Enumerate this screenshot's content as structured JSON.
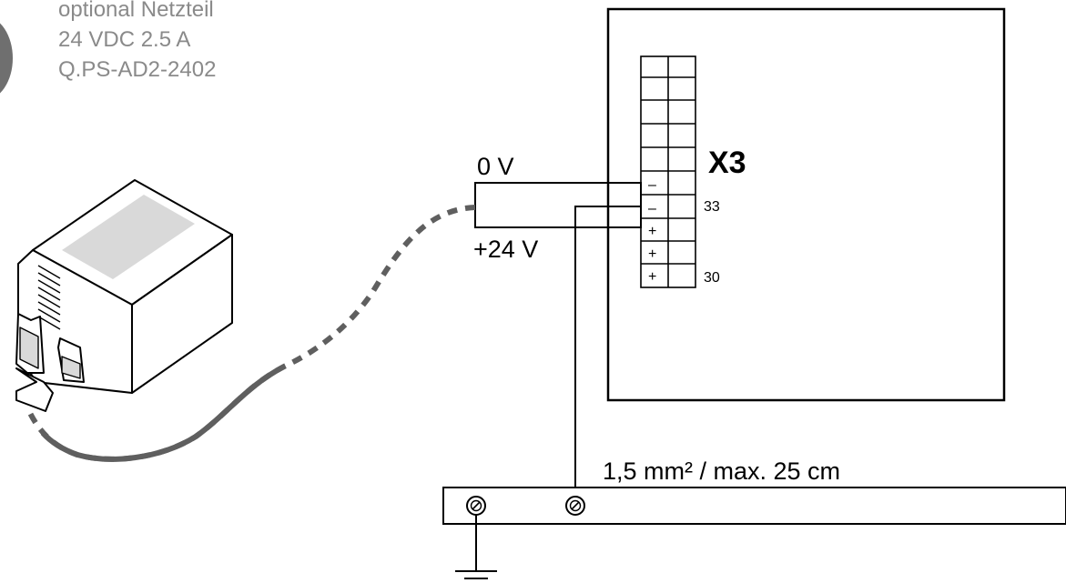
{
  "note": {
    "line1": "optional Netzteil",
    "line2": "24 VDC 2.5 A",
    "line3": "Q.PS-AD2-2402"
  },
  "labels": {
    "zero_v": "0 V",
    "plus_24v": "+24 V",
    "connector": "X3",
    "pin_top": "33",
    "pin_bottom": "30",
    "cable_spec": "1,5 mm² / max. 25 cm"
  },
  "terminal_signs": [
    "–",
    "–",
    "+",
    "+",
    "+"
  ],
  "colors": {
    "cable": "#5f5f5f",
    "note_text": "#8a8a8a",
    "panel": "#d9d9d9"
  }
}
